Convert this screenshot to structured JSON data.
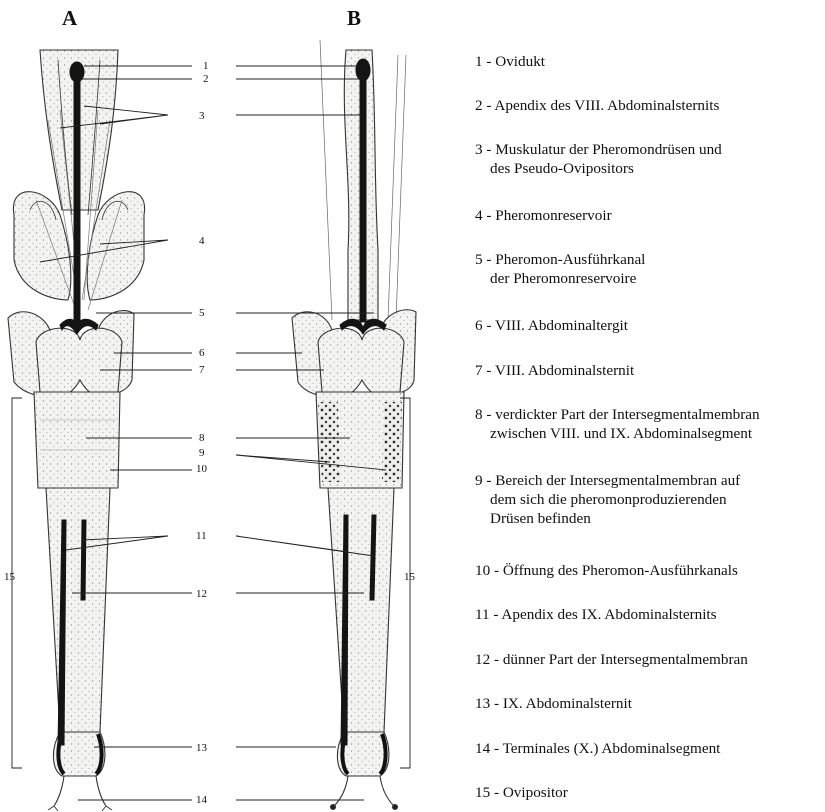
{
  "panels": {
    "a": "A",
    "b": "B"
  },
  "callouts": [
    "1",
    "2",
    "3",
    "4",
    "5",
    "6",
    "7",
    "8",
    "9",
    "10",
    "11",
    "12",
    "13",
    "14"
  ],
  "ovipositor_label": "15",
  "legend": [
    {
      "line1": "1 - Ovidukt",
      "line2": ""
    },
    {
      "line1": "2 - Apendix des VIII. Abdominalsternits",
      "line2": ""
    },
    {
      "line1": "3 - Muskulatur der Pheromondrüsen und",
      "line2": "des Pseudo-Ovipositors"
    },
    {
      "line1": "4 - Pheromonreservoir",
      "line2": ""
    },
    {
      "line1": "5 - Pheromon-Ausführkanal",
      "line2": "der Pheromonreservoire"
    },
    {
      "line1": "6 - VIII. Abdominaltergit",
      "line2": ""
    },
    {
      "line1": "7 - VIII. Abdominalsternit",
      "line2": ""
    },
    {
      "line1": "8 - verdickter Part der Intersegmentalmembran",
      "line2": "zwischen VIII. und IX. Abdominalsegment"
    },
    {
      "line1": "9 - Bereich der Intersegmentalmembran auf",
      "line2": "dem sich die pheromonproduzierenden",
      "line3": "Drüsen befinden"
    },
    {
      "line1": "10 - Öffnung des Pheromon-Ausführkanals",
      "line2": ""
    },
    {
      "line1": "11 - Apendix des IX. Abdominalsternits",
      "line2": ""
    },
    {
      "line1": "12 - dünner Part der Intersegmentalmembran",
      "line2": ""
    },
    {
      "line1": "13 - IX. Abdominalsternit",
      "line2": ""
    },
    {
      "line1": "14 - Terminales (X.) Abdominalsegment",
      "line2": ""
    },
    {
      "line1": "15 - Ovipositor",
      "line2": ""
    }
  ]
}
